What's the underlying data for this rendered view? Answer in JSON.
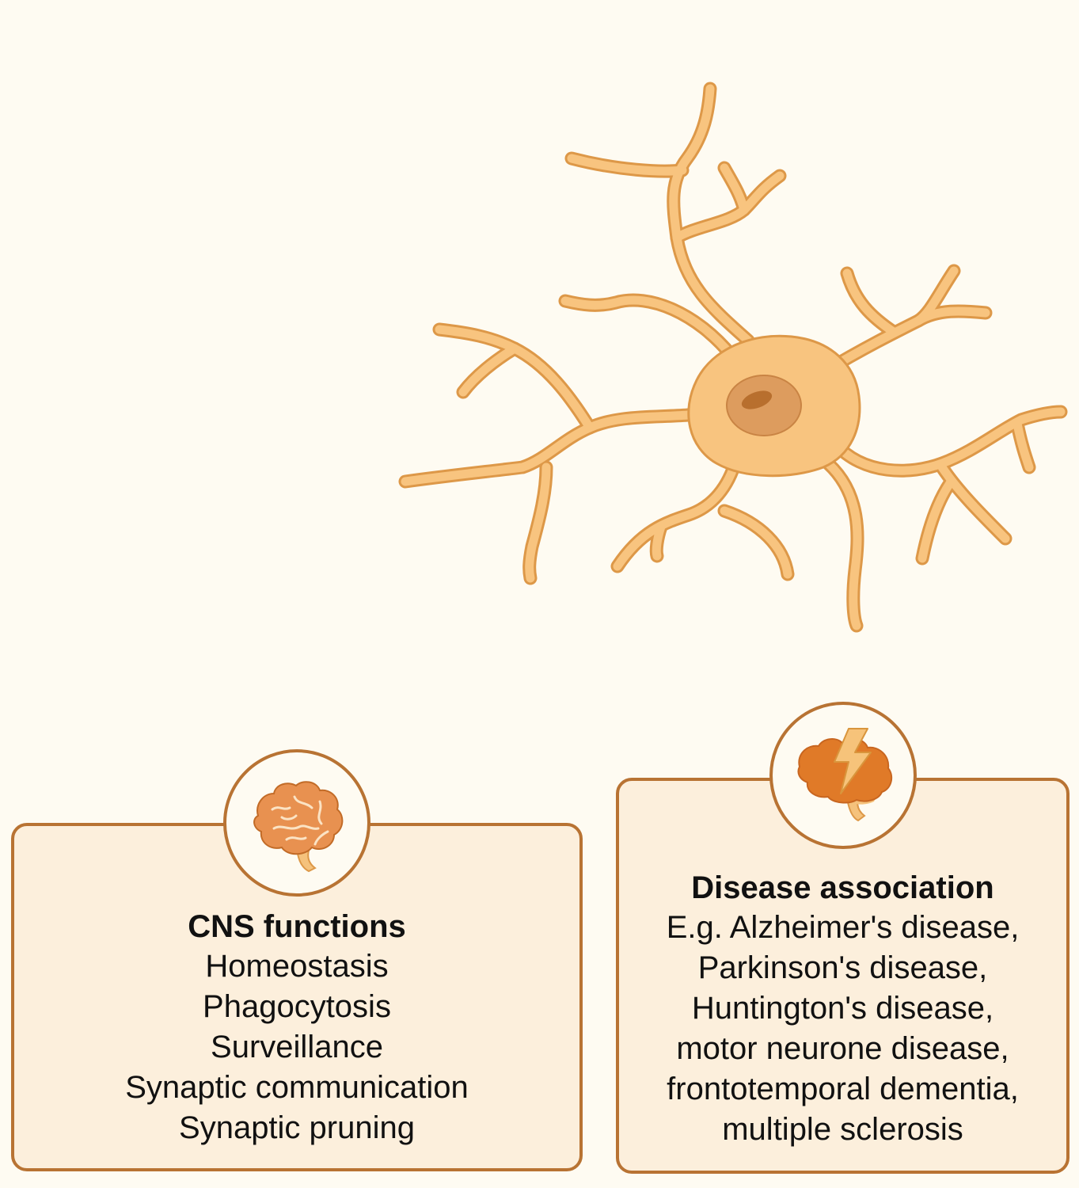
{
  "cns_card": {
    "title": "CNS functions",
    "items": [
      "Homeostasis",
      "Phagocytosis",
      "Surveillance",
      "Synaptic communication",
      "Synaptic pruning"
    ],
    "icon": "brain-icon"
  },
  "disease_card": {
    "title": "Disease association",
    "items": [
      "E.g. Alzheimer's disease,",
      "Parkinson's disease,",
      "Huntington's disease,",
      "motor neurone disease,",
      "frontotemporal dementia,",
      "multiple sclerosis"
    ],
    "icon": "brain-lightning-icon"
  },
  "colors": {
    "background": "#fefbf2",
    "card_fill": "#fcefdc",
    "card_border": "#b87333",
    "cell_fill": "#f8c47f",
    "cell_outline": "#dd9848",
    "nucleus": "#dd9c5e",
    "nucleolus": "#b86f2e",
    "brain_orange": "#e07a28"
  }
}
